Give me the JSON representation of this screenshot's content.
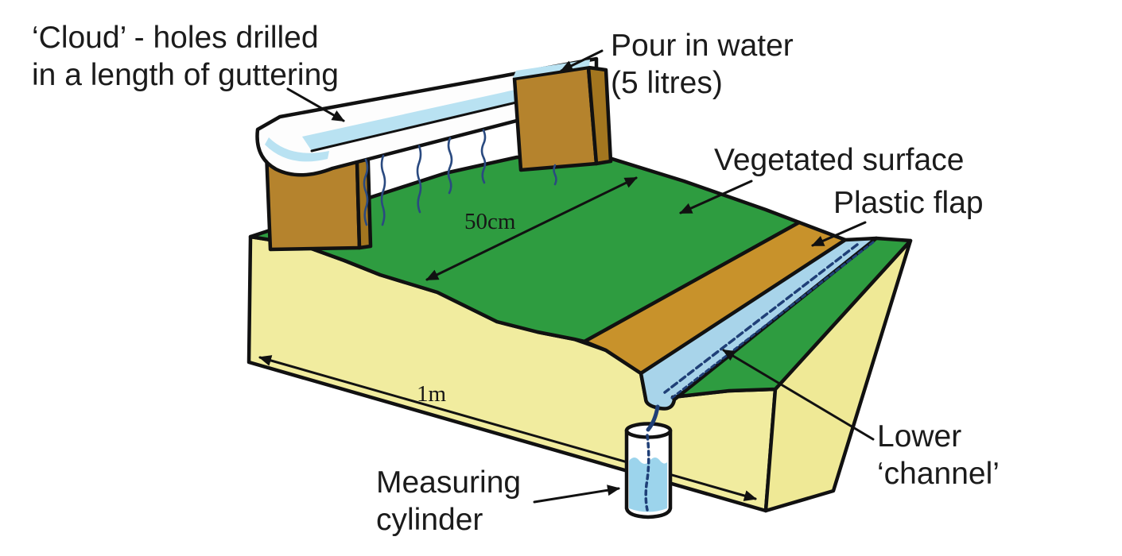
{
  "labels": {
    "cloud": {
      "line1": "‘Cloud’ - holes drilled",
      "line2": "in a length of guttering"
    },
    "pour": {
      "line1": "Pour in water",
      "line2": "(5 litres)"
    },
    "vegetated": "Vegetated surface",
    "plastic_flap": "Plastic flap",
    "lower_channel": {
      "line1": "Lower",
      "line2": "‘channel’"
    },
    "measuring": {
      "line1": "Measuring",
      "line2": "cylinder"
    },
    "dim_width": "50cm",
    "dim_length": "1m"
  },
  "colors": {
    "grass_green": "#2e9c40",
    "soil_yellow": "#f1ec9f",
    "side_yellow": "#efe996",
    "flap_brown": "#c8922b",
    "post_brown": "#b5832d",
    "post_side": "#a3761f",
    "channel_blue": "#a8d4ea",
    "gutter_water": "#b9e2f2",
    "cylinder_water": "#9cd4ec",
    "stream_navy": "#27457e",
    "outline_black": "#111111"
  }
}
